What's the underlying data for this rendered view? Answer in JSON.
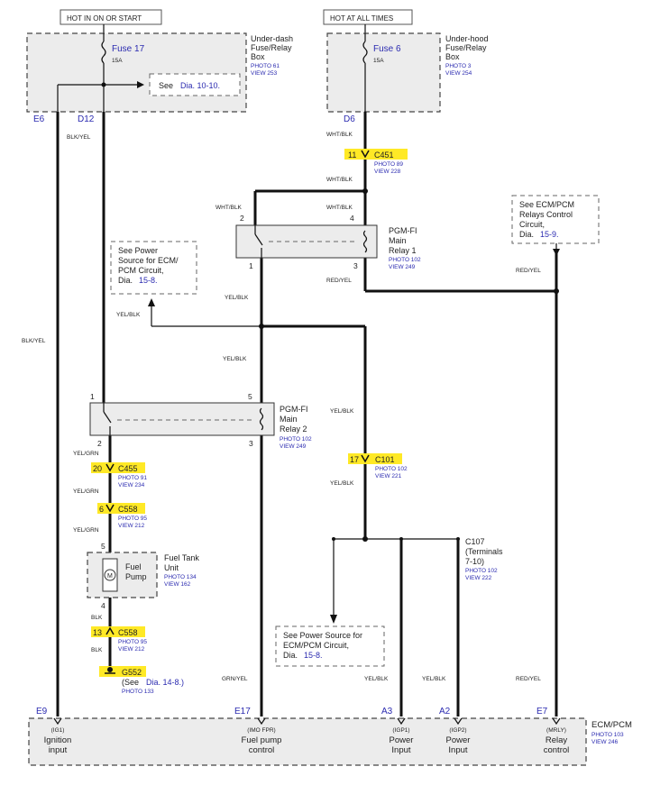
{
  "headers": {
    "left": "HOT IN ON OR START",
    "right": "HOT AT ALL TIMES"
  },
  "underdash_box": {
    "title_lines": [
      "Under-dash",
      "Fuse/Relay",
      "Box"
    ],
    "photo": "PHOTO 61",
    "view": "VIEW 253",
    "fuse_label": "Fuse 17",
    "fuse_amps": "15A",
    "note_prefix": "See",
    "note_ref": "Dia. 10-10."
  },
  "underhood_box": {
    "title_lines": [
      "Under-hood",
      "Fuse/Relay",
      "Box"
    ],
    "photo": "PHOTO 3",
    "view": "VIEW 254",
    "fuse_label": "Fuse 6",
    "fuse_amps": "15A"
  },
  "terminals": {
    "e6": "E6",
    "d12": "D12",
    "d6": "D6",
    "e9": "E9",
    "e17": "E17",
    "a3": "A3",
    "a2": "A2",
    "e7": "E7"
  },
  "wires": {
    "blk_yel_top": "BLK/YEL",
    "blk_yel_left": "BLK/YEL",
    "wht_blk_1": "WHT/BLK",
    "wht_blk_2": "WHT/BLK",
    "wht_blk_3": "WHT/BLK",
    "wht_blk_4": "WHT/BLK",
    "red_yel_1": "RED/YEL",
    "red_yel_2": "RED/YEL",
    "red_yel_3": "RED/YEL",
    "yel_blk_1": "YEL/BLK",
    "yel_blk_2": "YEL/BLK",
    "yel_blk_3": "YEL/BLK",
    "yel_blk_4": "YEL/BLK",
    "yel_blk_5": "YEL/BLK",
    "yel_blk_6": "YEL/BLK",
    "yel_blk_7": "YEL/BLK",
    "yel_grn_1": "YEL/GRN",
    "yel_grn_2": "YEL/GRN",
    "yel_grn_3": "YEL/GRN",
    "blk_1": "BLK",
    "blk_2": "BLK",
    "grn_yel": "GRN/YEL"
  },
  "connectors": {
    "c451": {
      "pin": "11",
      "name": "C451",
      "photo": "PHOTO 89",
      "view": "VIEW 228"
    },
    "c455": {
      "pin": "20",
      "name": "C455",
      "photo": "PHOTO 91",
      "view": "VIEW 234"
    },
    "c558a": {
      "pin": "6",
      "name": "C558",
      "photo": "PHOTO 95",
      "view": "VIEW 212"
    },
    "c558b": {
      "pin": "13",
      "name": "C558",
      "photo": "PHOTO 95",
      "view": "VIEW 212"
    },
    "c101": {
      "pin": "17",
      "name": "C101",
      "photo": "PHOTO 102",
      "view": "VIEW 221"
    },
    "g552": {
      "name": "G552",
      "note_prefix": "(See",
      "note_ref": "Dia. 14-8.)",
      "photo": "PHOTO 133"
    },
    "c107": {
      "lines": [
        "C107",
        "(Terminals",
        "7-10)"
      ],
      "photo": "PHOTO 102",
      "view": "VIEW 222"
    }
  },
  "relay1": {
    "lines": [
      "PGM-FI",
      "Main",
      "Relay 1"
    ],
    "photo": "PHOTO 102",
    "view": "VIEW 249",
    "pins": {
      "p2": "2",
      "p4": "4",
      "p1": "1",
      "p3": "3"
    }
  },
  "relay2": {
    "lines": [
      "PGM-FI",
      "Main",
      "Relay 2"
    ],
    "photo": "PHOTO 102",
    "view": "VIEW 249",
    "pins": {
      "p1": "1",
      "p5": "5",
      "p2": "2",
      "p3": "3"
    }
  },
  "fuel_tank": {
    "lines": [
      "Fuel Tank",
      "Unit",
      "Fuel",
      "Pump"
    ],
    "photo": "PHOTO 134",
    "view": "VIEW 162",
    "pins": {
      "p5": "5",
      "p4": "4"
    }
  },
  "notes": {
    "ecm_relays": {
      "lines": [
        "See ECM/PCM",
        "Relays Control",
        "Circuit,"
      ],
      "ref": "15-9.",
      "ref_prefix": "Dia."
    },
    "power_source_1": {
      "lines": [
        "See Power",
        "Source for ECM/",
        "PCM Circuit,"
      ],
      "ref": "15-8.",
      "ref_prefix": "Dia."
    },
    "power_source_2": {
      "lines": [
        "See Power Source for",
        "ECM/PCM Circuit,"
      ],
      "ref": "15-8.",
      "ref_prefix": "Dia."
    }
  },
  "ecm": {
    "title": "ECM/PCM",
    "photo": "PHOTO 103",
    "view": "VIEW 246",
    "pins": [
      {
        "code": "(IG1)",
        "l1": "Ignition",
        "l2": "input"
      },
      {
        "code": "(IMO FPR)",
        "l1": "Fuel pump",
        "l2": "control"
      },
      {
        "code": "(IGP1)",
        "l1": "Power",
        "l2": "Input"
      },
      {
        "code": "(IGP2)",
        "l1": "Power",
        "l2": "Input"
      },
      {
        "code": "(MRLY)",
        "l1": "Relay",
        "l2": "control"
      }
    ]
  },
  "colors": {
    "highlight": "#ffe926",
    "ref_blue": "#2b2bb0",
    "wire": "#111111"
  }
}
